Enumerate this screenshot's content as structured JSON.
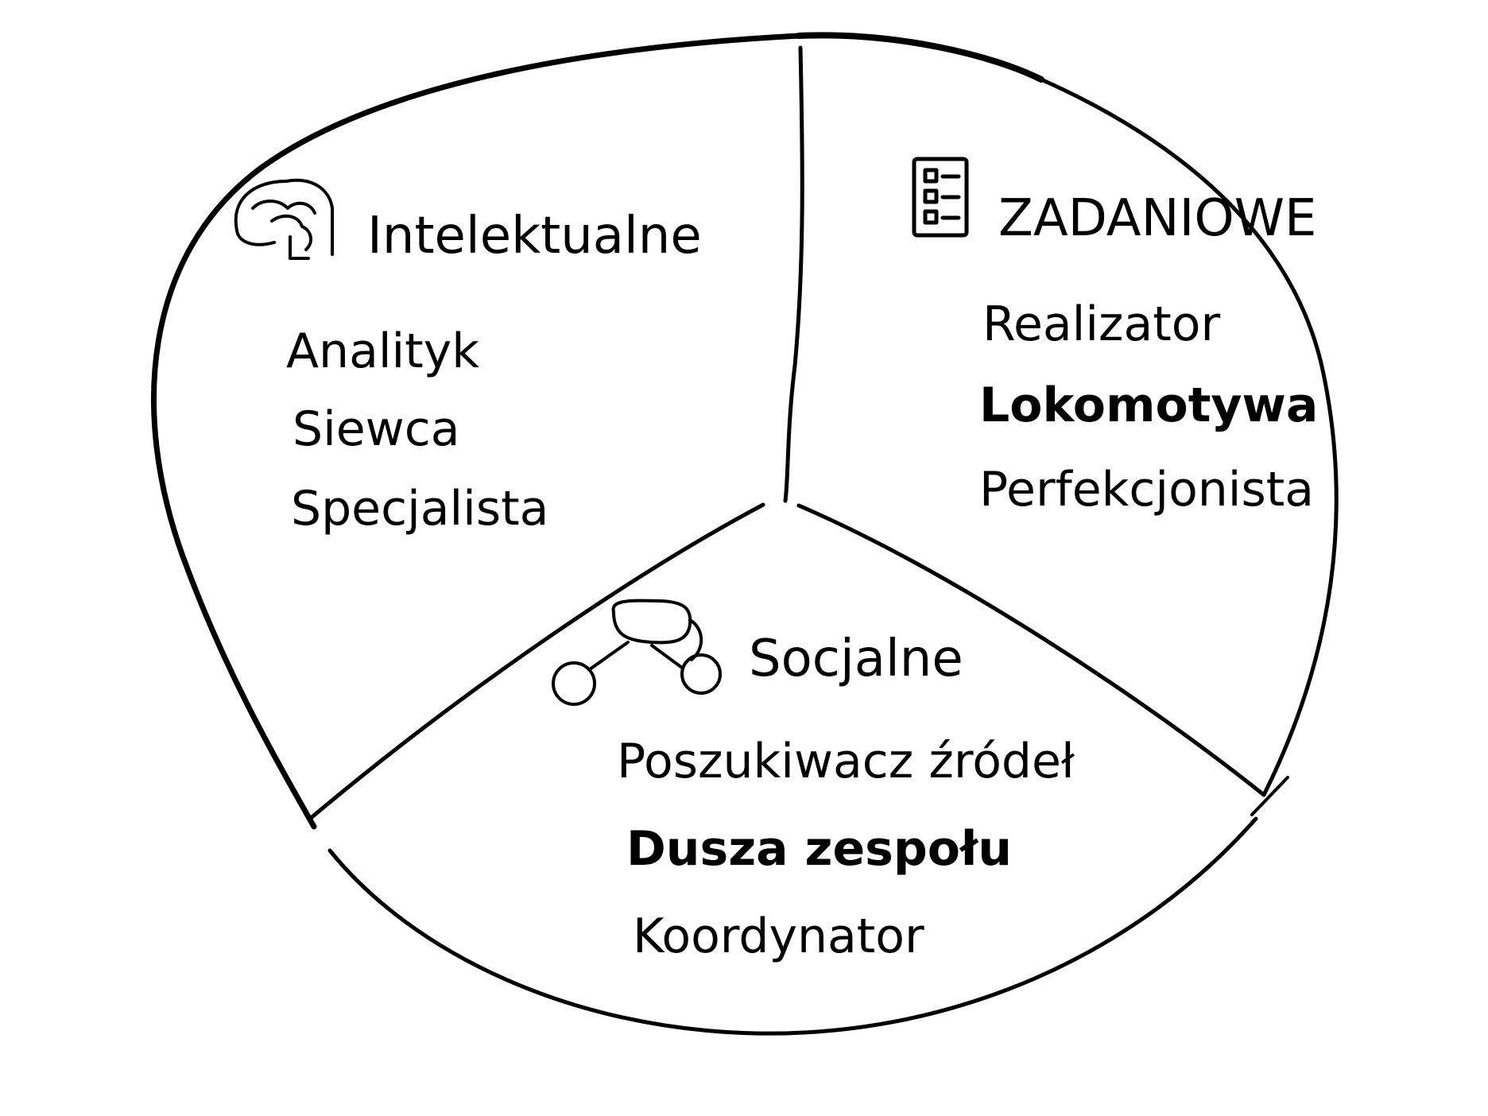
{
  "diagram": {
    "segments": [
      {
        "id": "intelektualne",
        "icon": "brain-icon",
        "title": "Intelektualne",
        "items": [
          {
            "label": "Analityk",
            "bold": false
          },
          {
            "label": "Siewca",
            "bold": false
          },
          {
            "label": "Specjalista",
            "bold": false
          }
        ]
      },
      {
        "id": "zadaniowe",
        "icon": "checklist-icon",
        "title": "ZADANIOWE",
        "items": [
          {
            "label": "Realizator",
            "bold": false
          },
          {
            "label": "Lokomotywa",
            "bold": true
          },
          {
            "label": "Perfekcjonista",
            "bold": false
          }
        ]
      },
      {
        "id": "socjalne",
        "icon": "network-icon",
        "title": "Socjalne",
        "items": [
          {
            "label": "Poszukiwacz źródeł",
            "bold": false
          },
          {
            "label": "Dusza zespołu",
            "bold": true
          },
          {
            "label": "Koordynator",
            "bold": false
          }
        ]
      }
    ]
  }
}
